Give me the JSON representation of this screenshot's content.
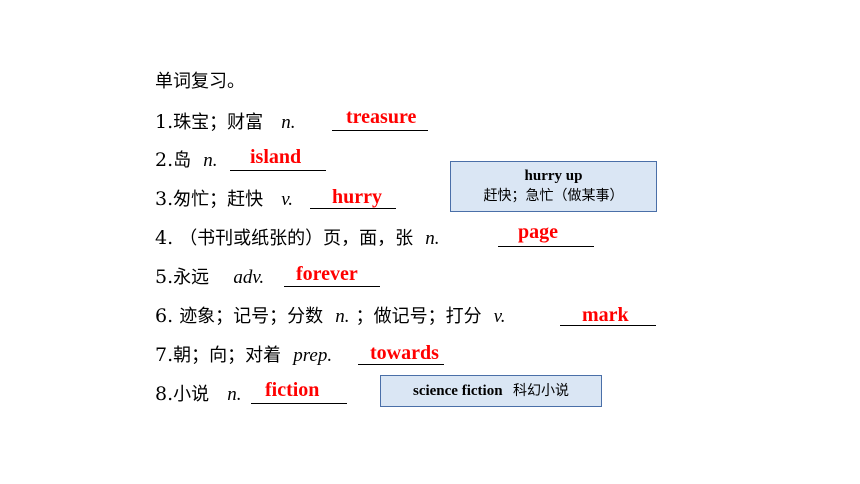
{
  "heading": "单词复习。",
  "items": [
    {
      "num": "1.",
      "cn": "珠宝；财富",
      "pos": "n.",
      "answer": "treasure"
    },
    {
      "num": "2.",
      "cn": "岛",
      "pos": "n.",
      "answer": "island"
    },
    {
      "num": "3.",
      "cn": "匆忙；赶快",
      "pos": "v.",
      "answer": "hurry"
    },
    {
      "num": "4.",
      "cn": "（书刊或纸张的）页，面，张",
      "pos": "n.",
      "answer": "page"
    },
    {
      "num": "5.",
      "cn": "永远",
      "pos": "adv.",
      "answer": "forever"
    },
    {
      "num": "6.",
      "cn": "迹象；记号；分数",
      "pos": "n.",
      "cn2": "；做记号；打分",
      "pos2": "v.",
      "answer": "mark"
    },
    {
      "num": "7.",
      "cn": "朝；向；对着",
      "pos": "prep.",
      "answer": "towards"
    },
    {
      "num": "8.",
      "cn": "小说",
      "pos": "n.",
      "answer": "fiction"
    }
  ],
  "notes": [
    {
      "en": "hurry up",
      "zh": "赶快；急忙（做某事）"
    },
    {
      "en": "science fiction",
      "zh": "科幻小说"
    }
  ]
}
